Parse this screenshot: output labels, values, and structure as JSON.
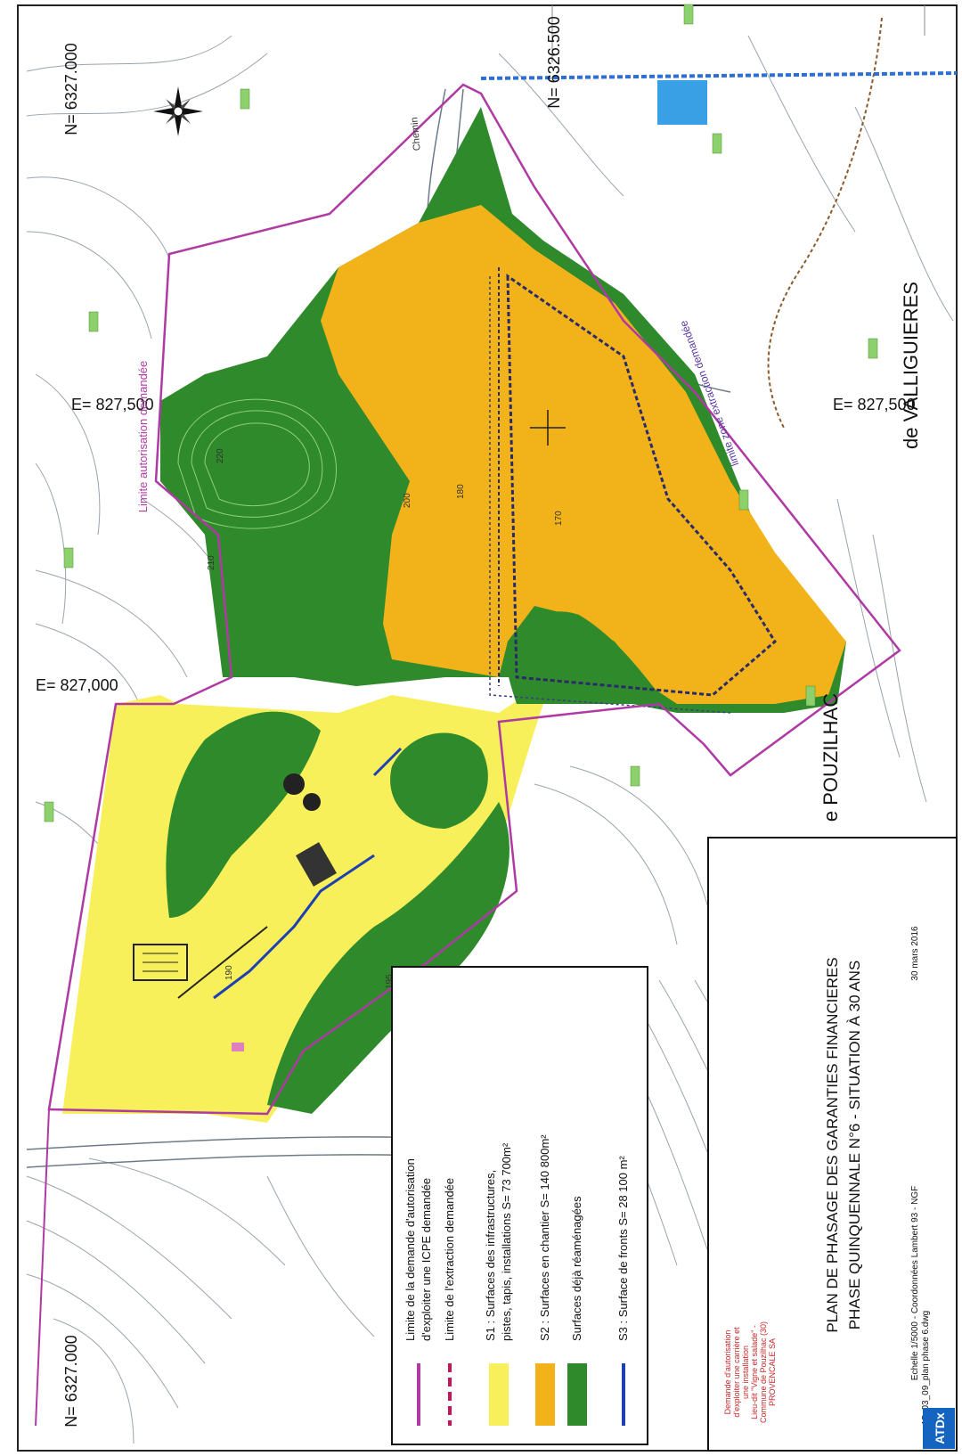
{
  "grid": {
    "north_top_left": "N= 6327.000",
    "north_top_right": "N= 6326.500",
    "north_bottom": "N= 6327.000",
    "east_left": "E= 827,000",
    "east_mid": "E= 827,500",
    "east_right": "E= 827,500"
  },
  "places": {
    "valliguieres": "de VALLIGUIERES",
    "pouzilhac": "e POUZILHAC"
  },
  "boundary_labels": {
    "limite_autorisation": "Limite autorisation demandée",
    "limite_extraction": "limite zone extraction demandée",
    "chemin": "Chemin"
  },
  "elevations": {
    "e180": "180",
    "e170": "170",
    "e200": "200",
    "e210": "210",
    "e220": "220",
    "e190": "190",
    "e195": "195"
  },
  "legend": {
    "items": [
      {
        "label_lines": [
          "Limite de la demande d'autorisation",
          "d'exploiter une ICPE demandée"
        ],
        "swatch": "line",
        "color": "#b03aa3"
      },
      {
        "label_lines": [
          "Limite de l'extraction demandée"
        ],
        "swatch": "dashed",
        "color": "#c2185b"
      },
      {
        "label_lines": [
          "S1 : Surfaces des infrastructures,",
          "pistes, tapis, installations S= 73 700m²"
        ],
        "swatch": "fill",
        "color": "#f7f05a"
      },
      {
        "label_lines": [
          "S2 : Surfaces en chantier S= 140 800m²"
        ],
        "swatch": "fill",
        "color": "#f2b31a"
      },
      {
        "label_lines": [
          "Surfaces déjà réaménagées"
        ],
        "swatch": "fill",
        "color": "#2f8a2c"
      },
      {
        "label_lines": [
          "S3 : Surface de fronts S= 28 100 m²"
        ],
        "swatch": "line",
        "color": "#1e3fb4"
      }
    ]
  },
  "title_block": {
    "title_line1": "PLAN DE PHASAGE DES GARANTIES FINANCIERES",
    "title_line2": "PHASE QUINQUENNALE N°6 - SITUATION À 30 ANS",
    "date": "30 mars 2016",
    "scale": "Echelle 1/5000 - Coordonnées Lambert 93 - NGF",
    "file": "15_03_09_plan phase 6.dwg",
    "logo": "ATDx",
    "demand_lines": [
      "Demande d'autorisation",
      "d'exploiter une carrière et",
      "une installation",
      "Lieu-dit \"Vigne et salade\" -",
      "Commune de Pouzilhac (30)",
      "PROVENCALE SA"
    ]
  },
  "colors": {
    "s1": "#f7f05a",
    "s2": "#f2b31a",
    "green": "#2f8a2c",
    "boundary": "#b03aa3",
    "front": "#1e3fb4",
    "water": "#2e6fd6"
  },
  "icons": [
    "north-arrow-icon"
  ]
}
